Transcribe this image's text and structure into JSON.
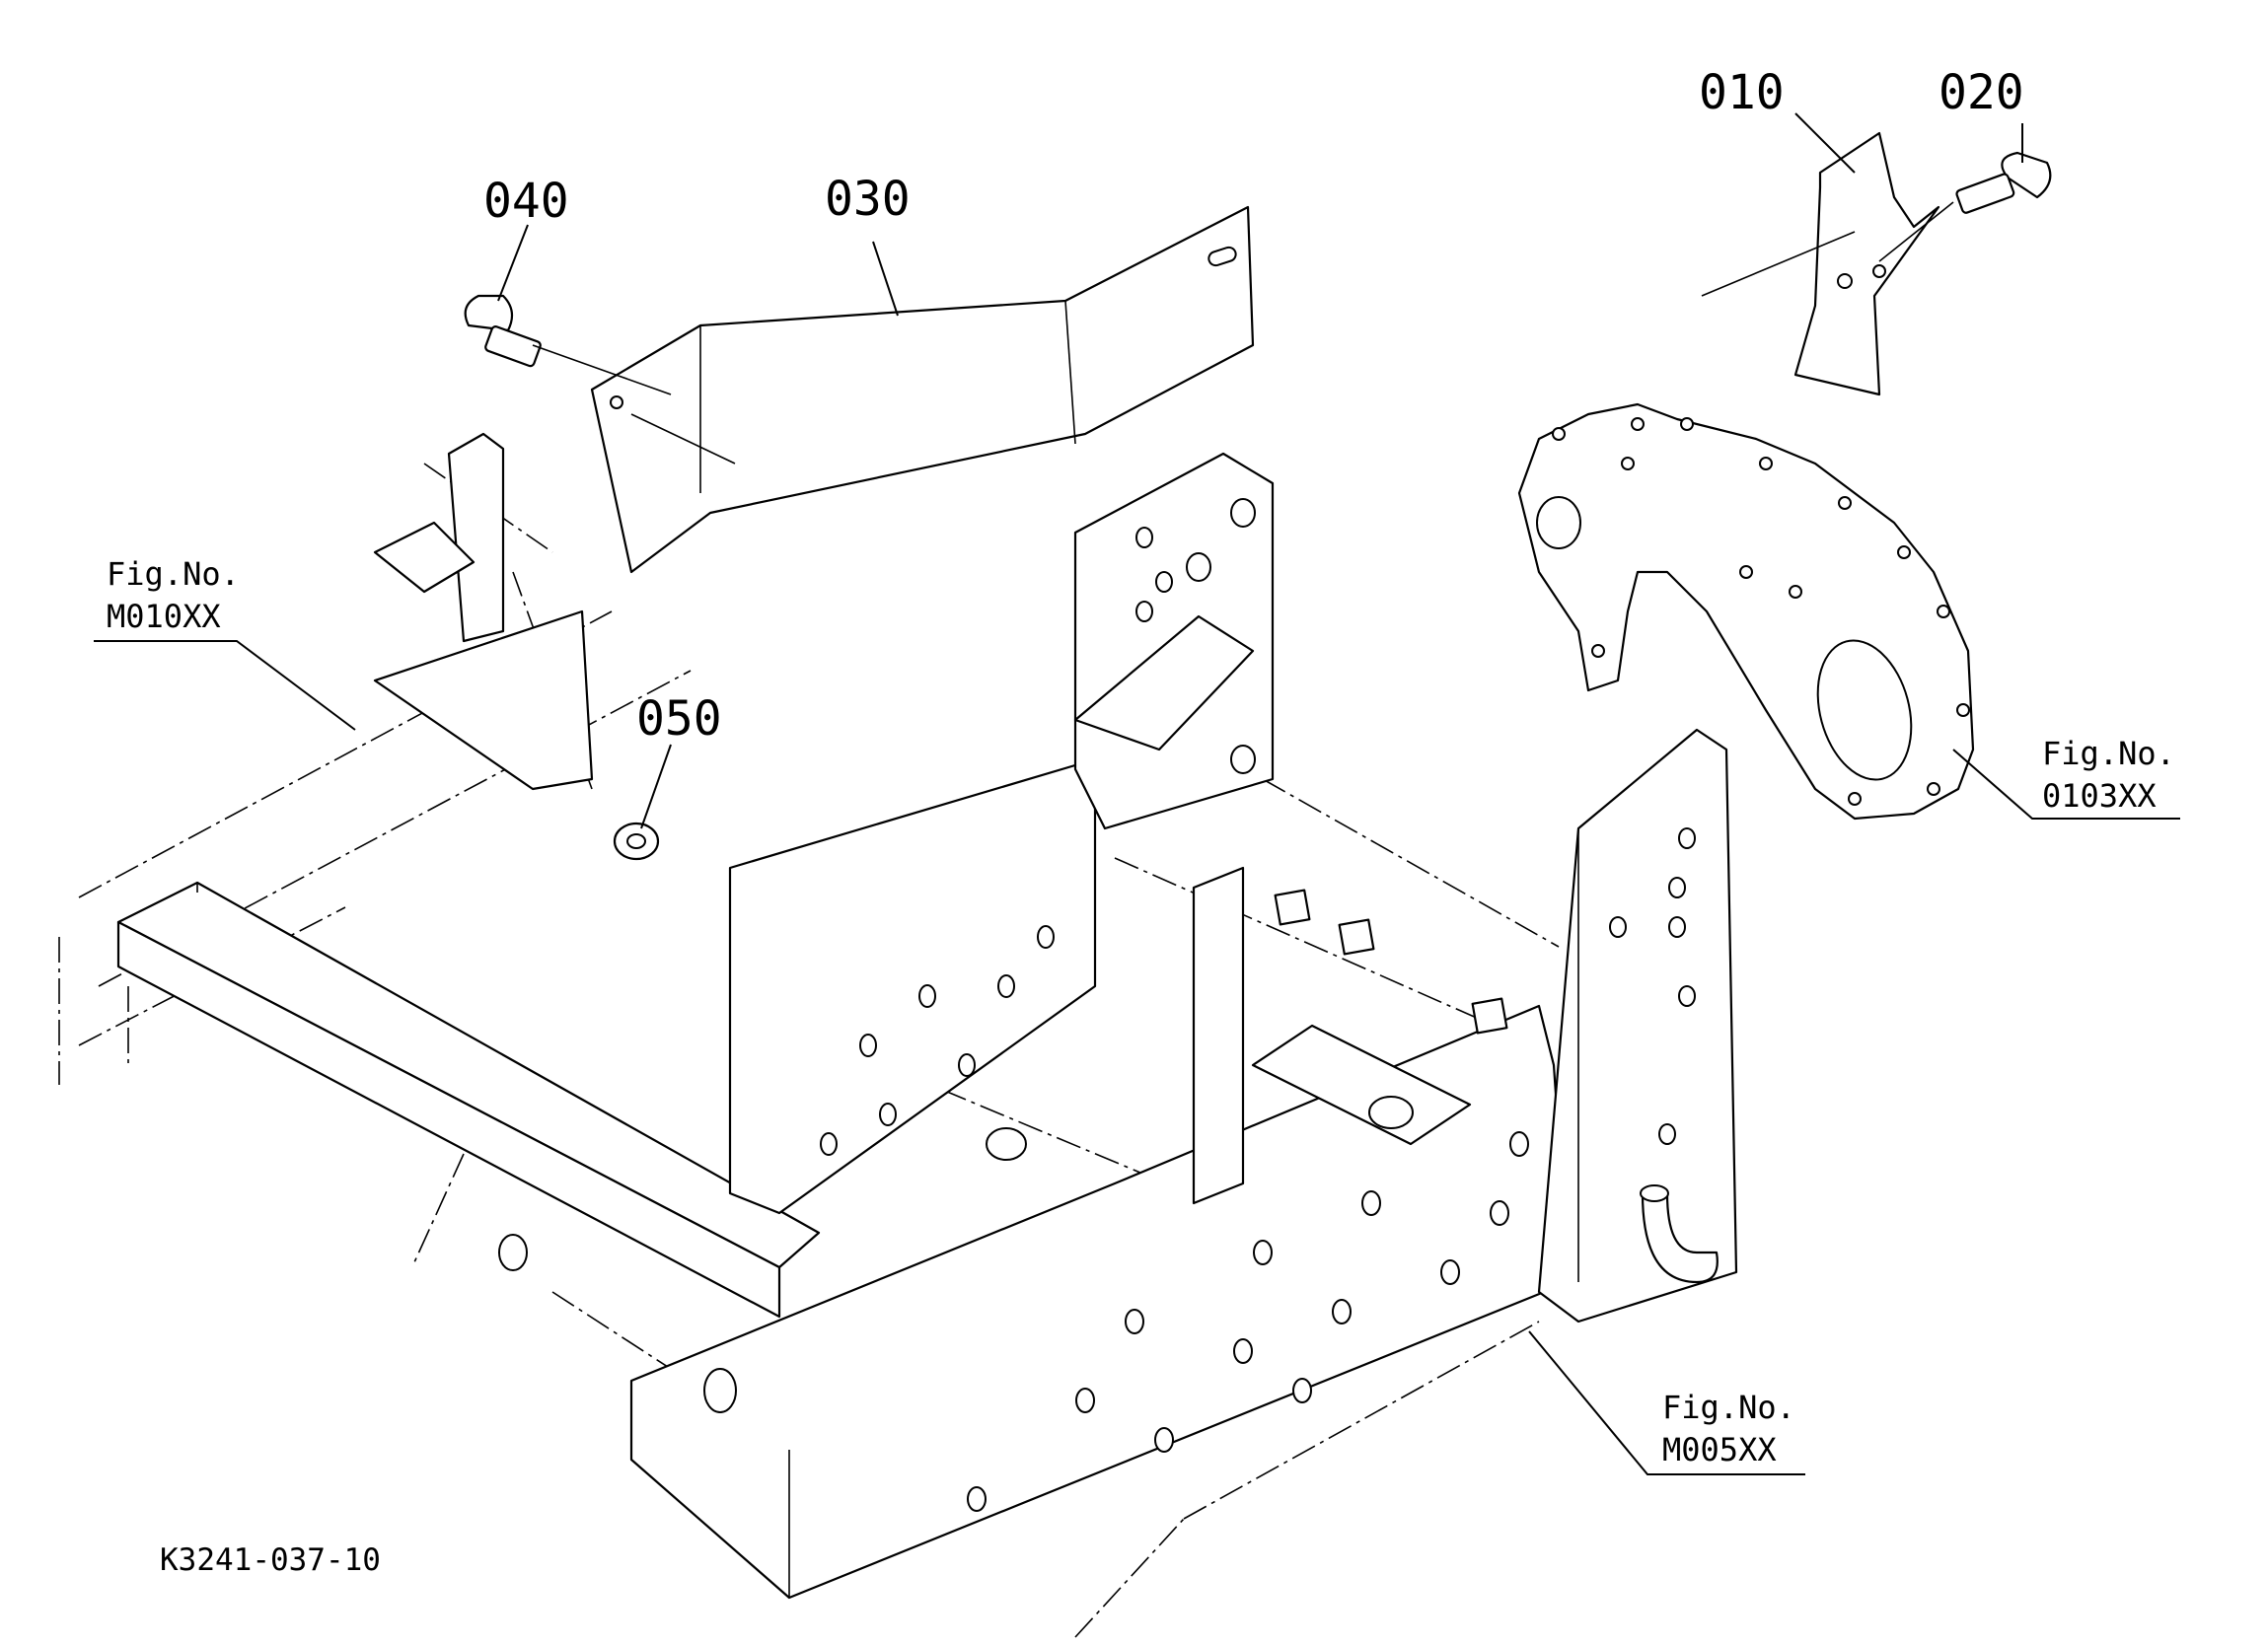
{
  "callouts": {
    "p010": "010",
    "p020": "020",
    "p030": "030",
    "p040": "040",
    "p050": "050"
  },
  "figure_refs": [
    {
      "line1": "Fig.No.",
      "line2": "M010XX"
    },
    {
      "line1": "Fig.No.",
      "line2": "0103XX"
    },
    {
      "line1": "Fig.No.",
      "line2": "M005XX"
    }
  ],
  "drawing_code": "K3241-037-10"
}
